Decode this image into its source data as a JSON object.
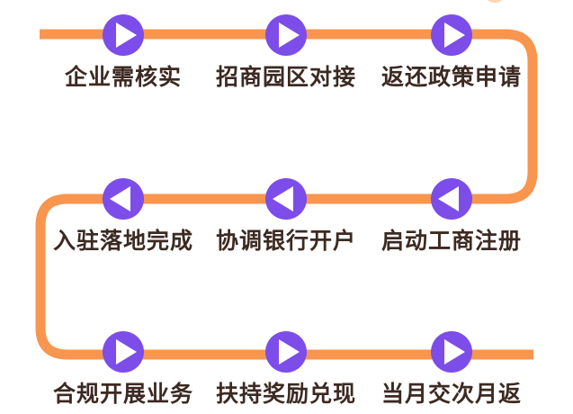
{
  "diagram": {
    "name": "process-flow-infographic",
    "colors": {
      "path_orange": "#F8954E",
      "node_purple": "#7C4DE8",
      "arrow_white": "#FFFFFF",
      "label_brown": "#3C2A22",
      "top_fragment_orange": "#FDC9A0"
    },
    "rows": [
      {
        "direction": "right",
        "steps": [
          "企业需核实",
          "招商园区对接",
          "返还政策申请"
        ]
      },
      {
        "direction": "left",
        "steps": [
          "入驻落地完成",
          "协调银行开户",
          "启动工商注册"
        ]
      },
      {
        "direction": "right",
        "steps": [
          "合规开展业务",
          "扶持奖励兑现",
          "当月交次月返"
        ]
      }
    ]
  }
}
